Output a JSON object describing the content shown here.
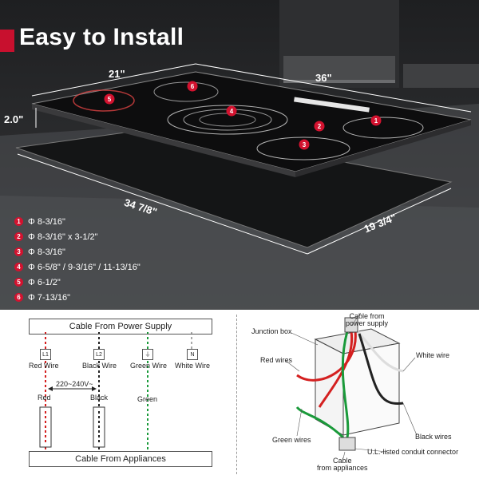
{
  "header": {
    "title": "Easy to Install"
  },
  "dimensions": {
    "depth": "21\"",
    "width": "36\"",
    "height": "2.0\"",
    "cutout_width": "34 7/8\"",
    "cutout_depth": "19 3/4\""
  },
  "burners": [
    {
      "num": "1",
      "size": "Φ 8-3/16\""
    },
    {
      "num": "2",
      "size": "Φ 8-3/16\" x 3-1/2\""
    },
    {
      "num": "3",
      "size": "Φ 8-3/16\""
    },
    {
      "num": "4",
      "size": "Φ 6-5/8\" / 9-3/16\" / 11-13/16\""
    },
    {
      "num": "5",
      "size": "Φ 6-1/2\""
    },
    {
      "num": "6",
      "size": "Φ 7-13/16\""
    }
  ],
  "wiring": {
    "top_cable": "Cable From Power Supply",
    "bottom_cable": "Cable From Appliances",
    "terminals": {
      "l1": "L1",
      "l2": "L2",
      "n": "N"
    },
    "labels": {
      "red_wire": "Red Wire",
      "black_wire": "Black Wire",
      "green_wire": "Green Wire",
      "white_wire": "White Wire"
    },
    "voltage": "220~240V~",
    "lower": {
      "red": "Red",
      "black": "Black",
      "green": "Green"
    }
  },
  "junction": {
    "junction_box": "Junction box",
    "cable_from_power": "Cable from\npower supply",
    "red_wires": "Red wires",
    "white_wire": "White wire",
    "green_wires": "Green wires",
    "black_wires": "Black wires",
    "connector": "U.L.-listed conduit connector",
    "cable_from_appliances": "Cable\nfrom appliances"
  }
}
